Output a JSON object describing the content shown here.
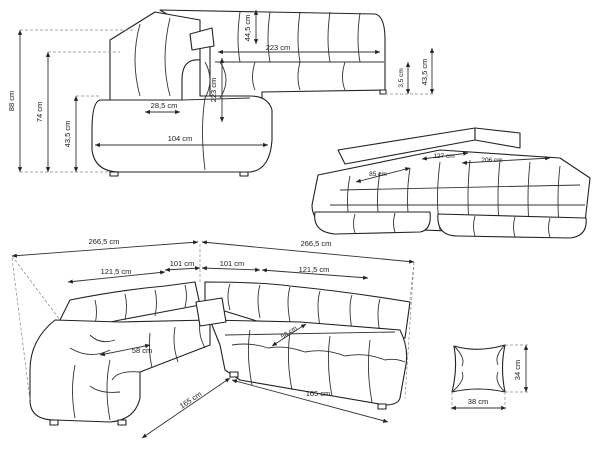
{
  "dimensions": {
    "front": {
      "total_height": "88 cm",
      "seat_height": "74 cm",
      "seat_level": "43,5 cm",
      "armrest_width": "28,5 cm",
      "depth": "104 cm",
      "back_height": "223 cm"
    },
    "side": {
      "back_height": "44,5 cm",
      "length": "223 cm",
      "leg_height": "3,5 cm",
      "seat_height": "43,5 cm"
    },
    "top_view": {
      "seat_width": "127 cm",
      "seat_length": "206 cm",
      "seat_depth": "85 cm"
    },
    "corner": {
      "left_total": "266,5 cm",
      "right_total": "266,5 cm",
      "left_section": "121,5 cm",
      "left_corner": "101 cm",
      "right_corner": "101 cm",
      "right_section": "121,5 cm",
      "left_seat_depth": "58 cm",
      "right_seat_depth": "58 cm",
      "left_bottom": "165 cm",
      "right_bottom": "165 cm"
    },
    "pillow": {
      "height": "34 cm",
      "width": "38 cm"
    }
  }
}
